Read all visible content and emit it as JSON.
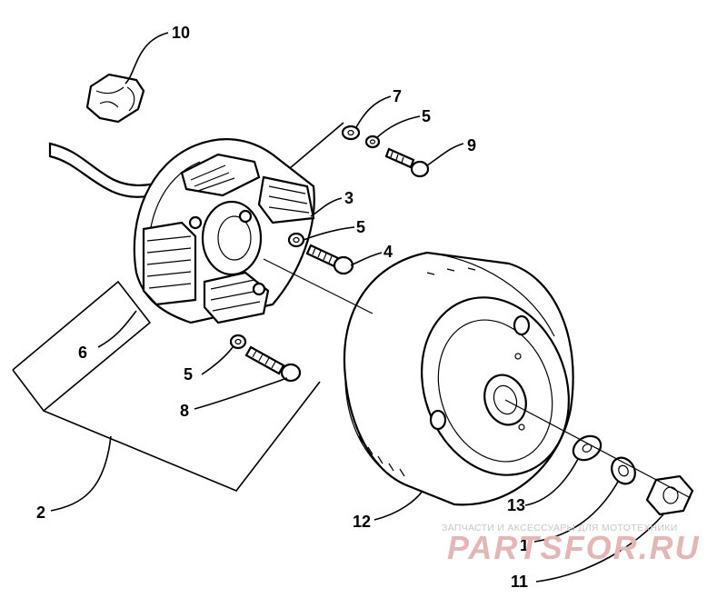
{
  "callouts": {
    "n1": "1",
    "n2": "2",
    "n3": "3",
    "n4": "4",
    "n5a": "5",
    "n5b": "5",
    "n5c": "5",
    "n6": "6",
    "n7": "7",
    "n8": "8",
    "n9": "9",
    "n10": "10",
    "n11": "11",
    "n12": "12",
    "n13": "13"
  },
  "watermark": {
    "caption": "ЗАПЧАСТИ И АКСЕССУАРЫ ДЛЯ МОТОТЕХНИКИ",
    "logo": "PARTSFOR.RU"
  }
}
